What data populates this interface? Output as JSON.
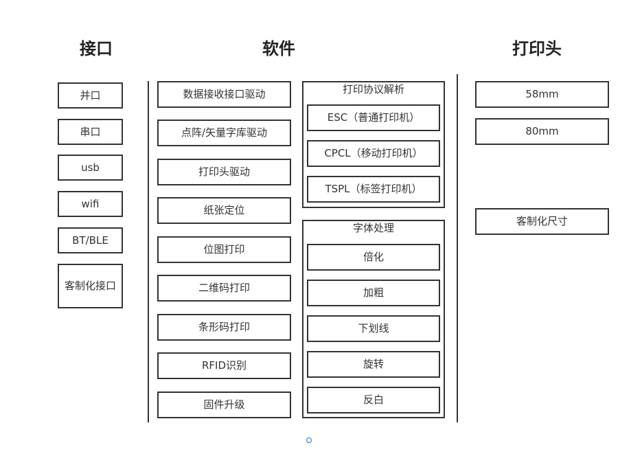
{
  "headings": {
    "interface": "接口",
    "software": "软件",
    "printhead": "打印头"
  },
  "interface_items": [
    "并口",
    "串口",
    "usb",
    "wifi",
    "BT/BLE",
    "客制化接口"
  ],
  "software_items": [
    "数据接收接口驱动",
    "点阵/矢量字库驱动",
    "打印头驱动",
    "纸张定位",
    "位图打印",
    "二维码打印",
    "条形码打印",
    "RFID识别",
    "固件升级"
  ],
  "protocol_group": {
    "title": "打印协议解析",
    "items": [
      "ESC（普通打印机）",
      "CPCL（移动打印机）",
      "TSPL（标签打印机）"
    ]
  },
  "font_group": {
    "title": "字体处理",
    "items": [
      "倍化",
      "加粗",
      "下划线",
      "旋转",
      "反白"
    ]
  },
  "printhead_items": [
    "58mm",
    "80mm",
    "客制化尺寸"
  ],
  "colors": {
    "border": "#333333",
    "text": "#333333",
    "dot": "#1e6fd9"
  }
}
